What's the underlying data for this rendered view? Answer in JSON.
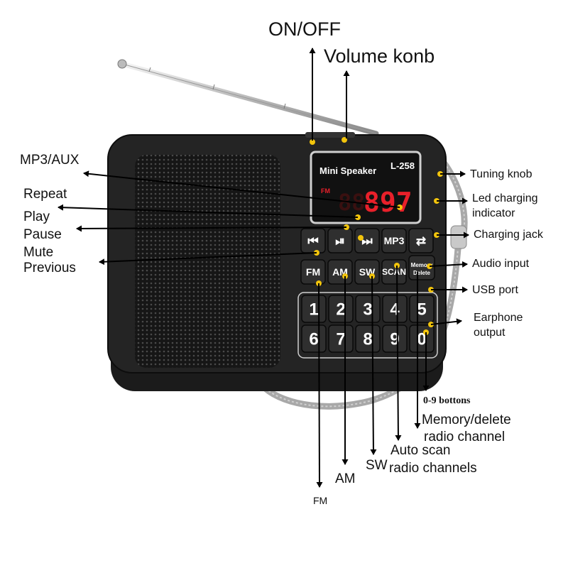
{
  "radio": {
    "brand": "Mini Speaker",
    "model": "L-258",
    "band_indicator": "FM",
    "frequency": "897",
    "keys_row1": [
      "⏮",
      "⏯",
      "⏭",
      "MP3",
      "⇄"
    ],
    "keys_row2": [
      "FM",
      "AM",
      "SW",
      "SCAN"
    ],
    "memory_key": [
      "Memory",
      "Delete"
    ],
    "number_keys": [
      "1",
      "2",
      "3",
      "4",
      "5",
      "6",
      "7",
      "8",
      "9",
      "0"
    ]
  },
  "callouts": {
    "on_off": "ON/OFF",
    "volume": "Volume konb",
    "mp3_aux": "MP3/AUX",
    "repeat": "Repeat",
    "play": "Play",
    "pause": "Pause",
    "mute": "Mute",
    "previous": "Previous",
    "tuning_knob": "Tuning knob",
    "led_charging_1": "Led charging",
    "led_charging_2": "indicator",
    "charging_jack": "Charging jack",
    "audio_input": "Audio input",
    "usb_port": "USB port",
    "earphone_1": "Earphone",
    "earphone_2": "output",
    "digits": "0-9 bottons",
    "memory_1": "Memory/delete",
    "memory_2": "radio channel",
    "auto_scan_1": "Auto scan",
    "auto_scan_2": "radio channels",
    "sw": "SW",
    "am": "AM",
    "fm": "FM"
  },
  "colors": {
    "body": "#1a1a1a",
    "display_text": "#e8202a",
    "dot": "#f2c40c",
    "strap": "#a8a8a8"
  }
}
